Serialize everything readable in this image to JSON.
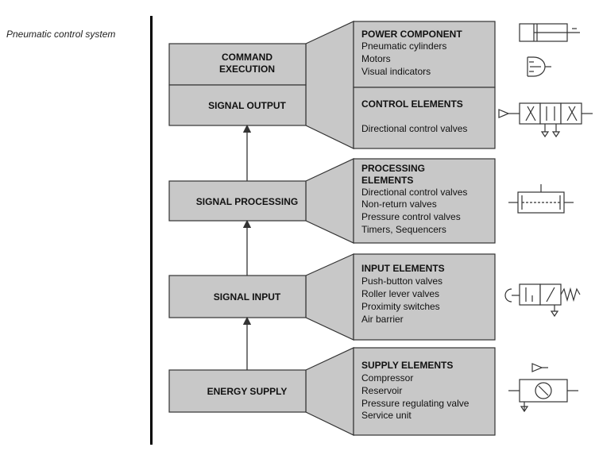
{
  "side_label": "Pneumatic control system",
  "stages": {
    "command_execution": [
      "COMMAND",
      "EXECUTION"
    ],
    "signal_output": "SIGNAL OUTPUT",
    "signal_processing": "SIGNAL PROCESSING",
    "signal_input": "SIGNAL INPUT",
    "energy_supply": "ENERGY SUPPLY"
  },
  "elements": {
    "power": {
      "title": "POWER COMPONENT",
      "items": [
        "Pneumatic cylinders",
        "Motors",
        "Visual indicators"
      ]
    },
    "control": {
      "title": "CONTROL ELEMENTS",
      "items": [
        "Directional control valves"
      ]
    },
    "processing": {
      "title": [
        "PROCESSING",
        "ELEMENTS"
      ],
      "items": [
        "Directional control valves",
        "Non-return valves",
        "Pressure control valves",
        "Timers, Sequencers"
      ]
    },
    "input": {
      "title": "INPUT ELEMENTS",
      "items": [
        "Push-button valves",
        "Roller lever valves",
        "Proximity switches",
        "Air barrier"
      ]
    },
    "supply": {
      "title": "SUPPLY ELEMENTS",
      "items": [
        "Compressor",
        "Reservoir",
        "Pressure regulating valve",
        "Service unit"
      ]
    }
  },
  "symbols": [
    "cylinder-icon",
    "motor-icon",
    "directional-valve-icon",
    "double-piston-cylinder-icon",
    "push-button-valve-icon",
    "service-unit-icon"
  ]
}
